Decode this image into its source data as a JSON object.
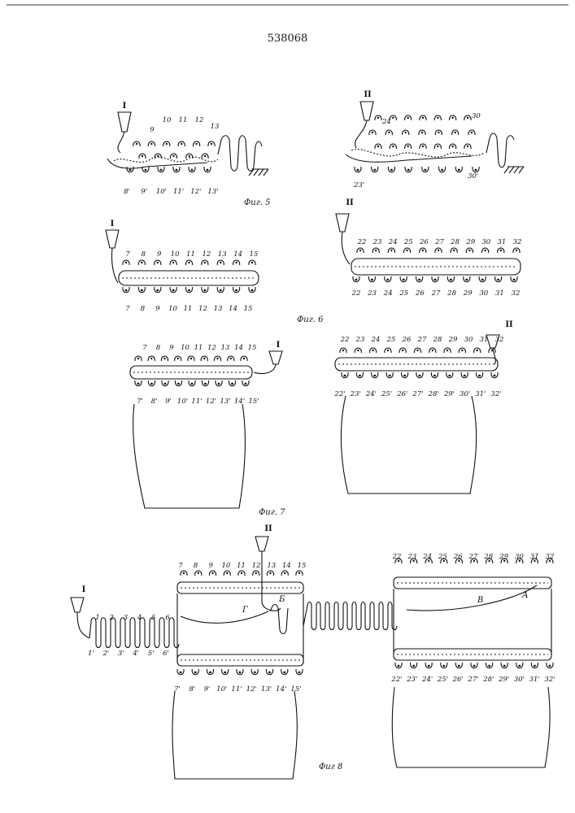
{
  "document_number": "538068",
  "figures": {
    "fig5": {
      "caption": "Фиг. 5",
      "carrier_left": "I",
      "carrier_right": "II",
      "left_top_labels": [
        "9",
        "10",
        "11",
        "12",
        "13"
      ],
      "left_bottom_labels": [
        "8'",
        "9'",
        "10'",
        "11'",
        "12'",
        "13'"
      ],
      "right_top_labels": [
        "24",
        "30"
      ],
      "right_bottom_labels": [
        "23'",
        "30'"
      ]
    },
    "fig6": {
      "caption": "Фиг. 6",
      "carrier_left": "I",
      "carrier_right": "II",
      "left_top_labels": [
        "7",
        "8",
        "9",
        "10",
        "11",
        "12",
        "13",
        "14",
        "15"
      ],
      "left_bottom_labels": [
        "7",
        "8",
        "9",
        "10",
        "11",
        "12",
        "13",
        "14",
        "15"
      ],
      "right_top_labels": [
        "22",
        "23",
        "24",
        "25",
        "26",
        "27",
        "28",
        "29",
        "30",
        "31",
        "32"
      ],
      "right_bottom_labels": [
        "22",
        "23",
        "24",
        "25",
        "26",
        "27",
        "28",
        "29",
        "30",
        "31",
        "32"
      ]
    },
    "fig7": {
      "caption": "Фиг. 7",
      "carrier_left": "I",
      "carrier_right": "II",
      "left_top_labels": [
        "7",
        "8",
        "9",
        "10",
        "11",
        "12",
        "13",
        "14",
        "15"
      ],
      "left_bottom_labels": [
        "7'",
        "8'",
        "9'",
        "10'",
        "11'",
        "12'",
        "13'",
        "14'",
        "15'"
      ],
      "right_top_labels": [
        "22",
        "23",
        "24",
        "25",
        "26",
        "27",
        "28",
        "29",
        "30",
        "31",
        "32"
      ],
      "right_bottom_labels": [
        "22'",
        "23'",
        "24'",
        "25'",
        "26'",
        "27'",
        "28'",
        "29'",
        "30'",
        "31'",
        "32'"
      ]
    },
    "fig8": {
      "caption": "Фиг 8",
      "carrier_left": "I",
      "carrier_right": "II",
      "zigzag_top_labels": [
        "1",
        "2",
        "3",
        "4",
        "5",
        "6"
      ],
      "zigzag_bottom_labels": [
        "1'",
        "2'",
        "3'",
        "4'",
        "5'",
        "6'"
      ],
      "left_top_labels": [
        "7",
        "8",
        "9",
        "10",
        "11",
        "12",
        "13",
        "14",
        "15"
      ],
      "left_bottom_labels": [
        "7'",
        "8'",
        "9'",
        "10'",
        "11'",
        "12'",
        "13'",
        "14'",
        "15'"
      ],
      "right_top_labels": [
        "22",
        "23",
        "24",
        "25",
        "26",
        "27",
        "28",
        "29",
        "30",
        "31",
        "32"
      ],
      "right_bottom_labels": [
        "22'",
        "23'",
        "24'",
        "25'",
        "26'",
        "27'",
        "28'",
        "29'",
        "30'",
        "31'",
        "32'"
      ],
      "region_labels": [
        "Г",
        "Б",
        "В",
        "А"
      ]
    }
  }
}
